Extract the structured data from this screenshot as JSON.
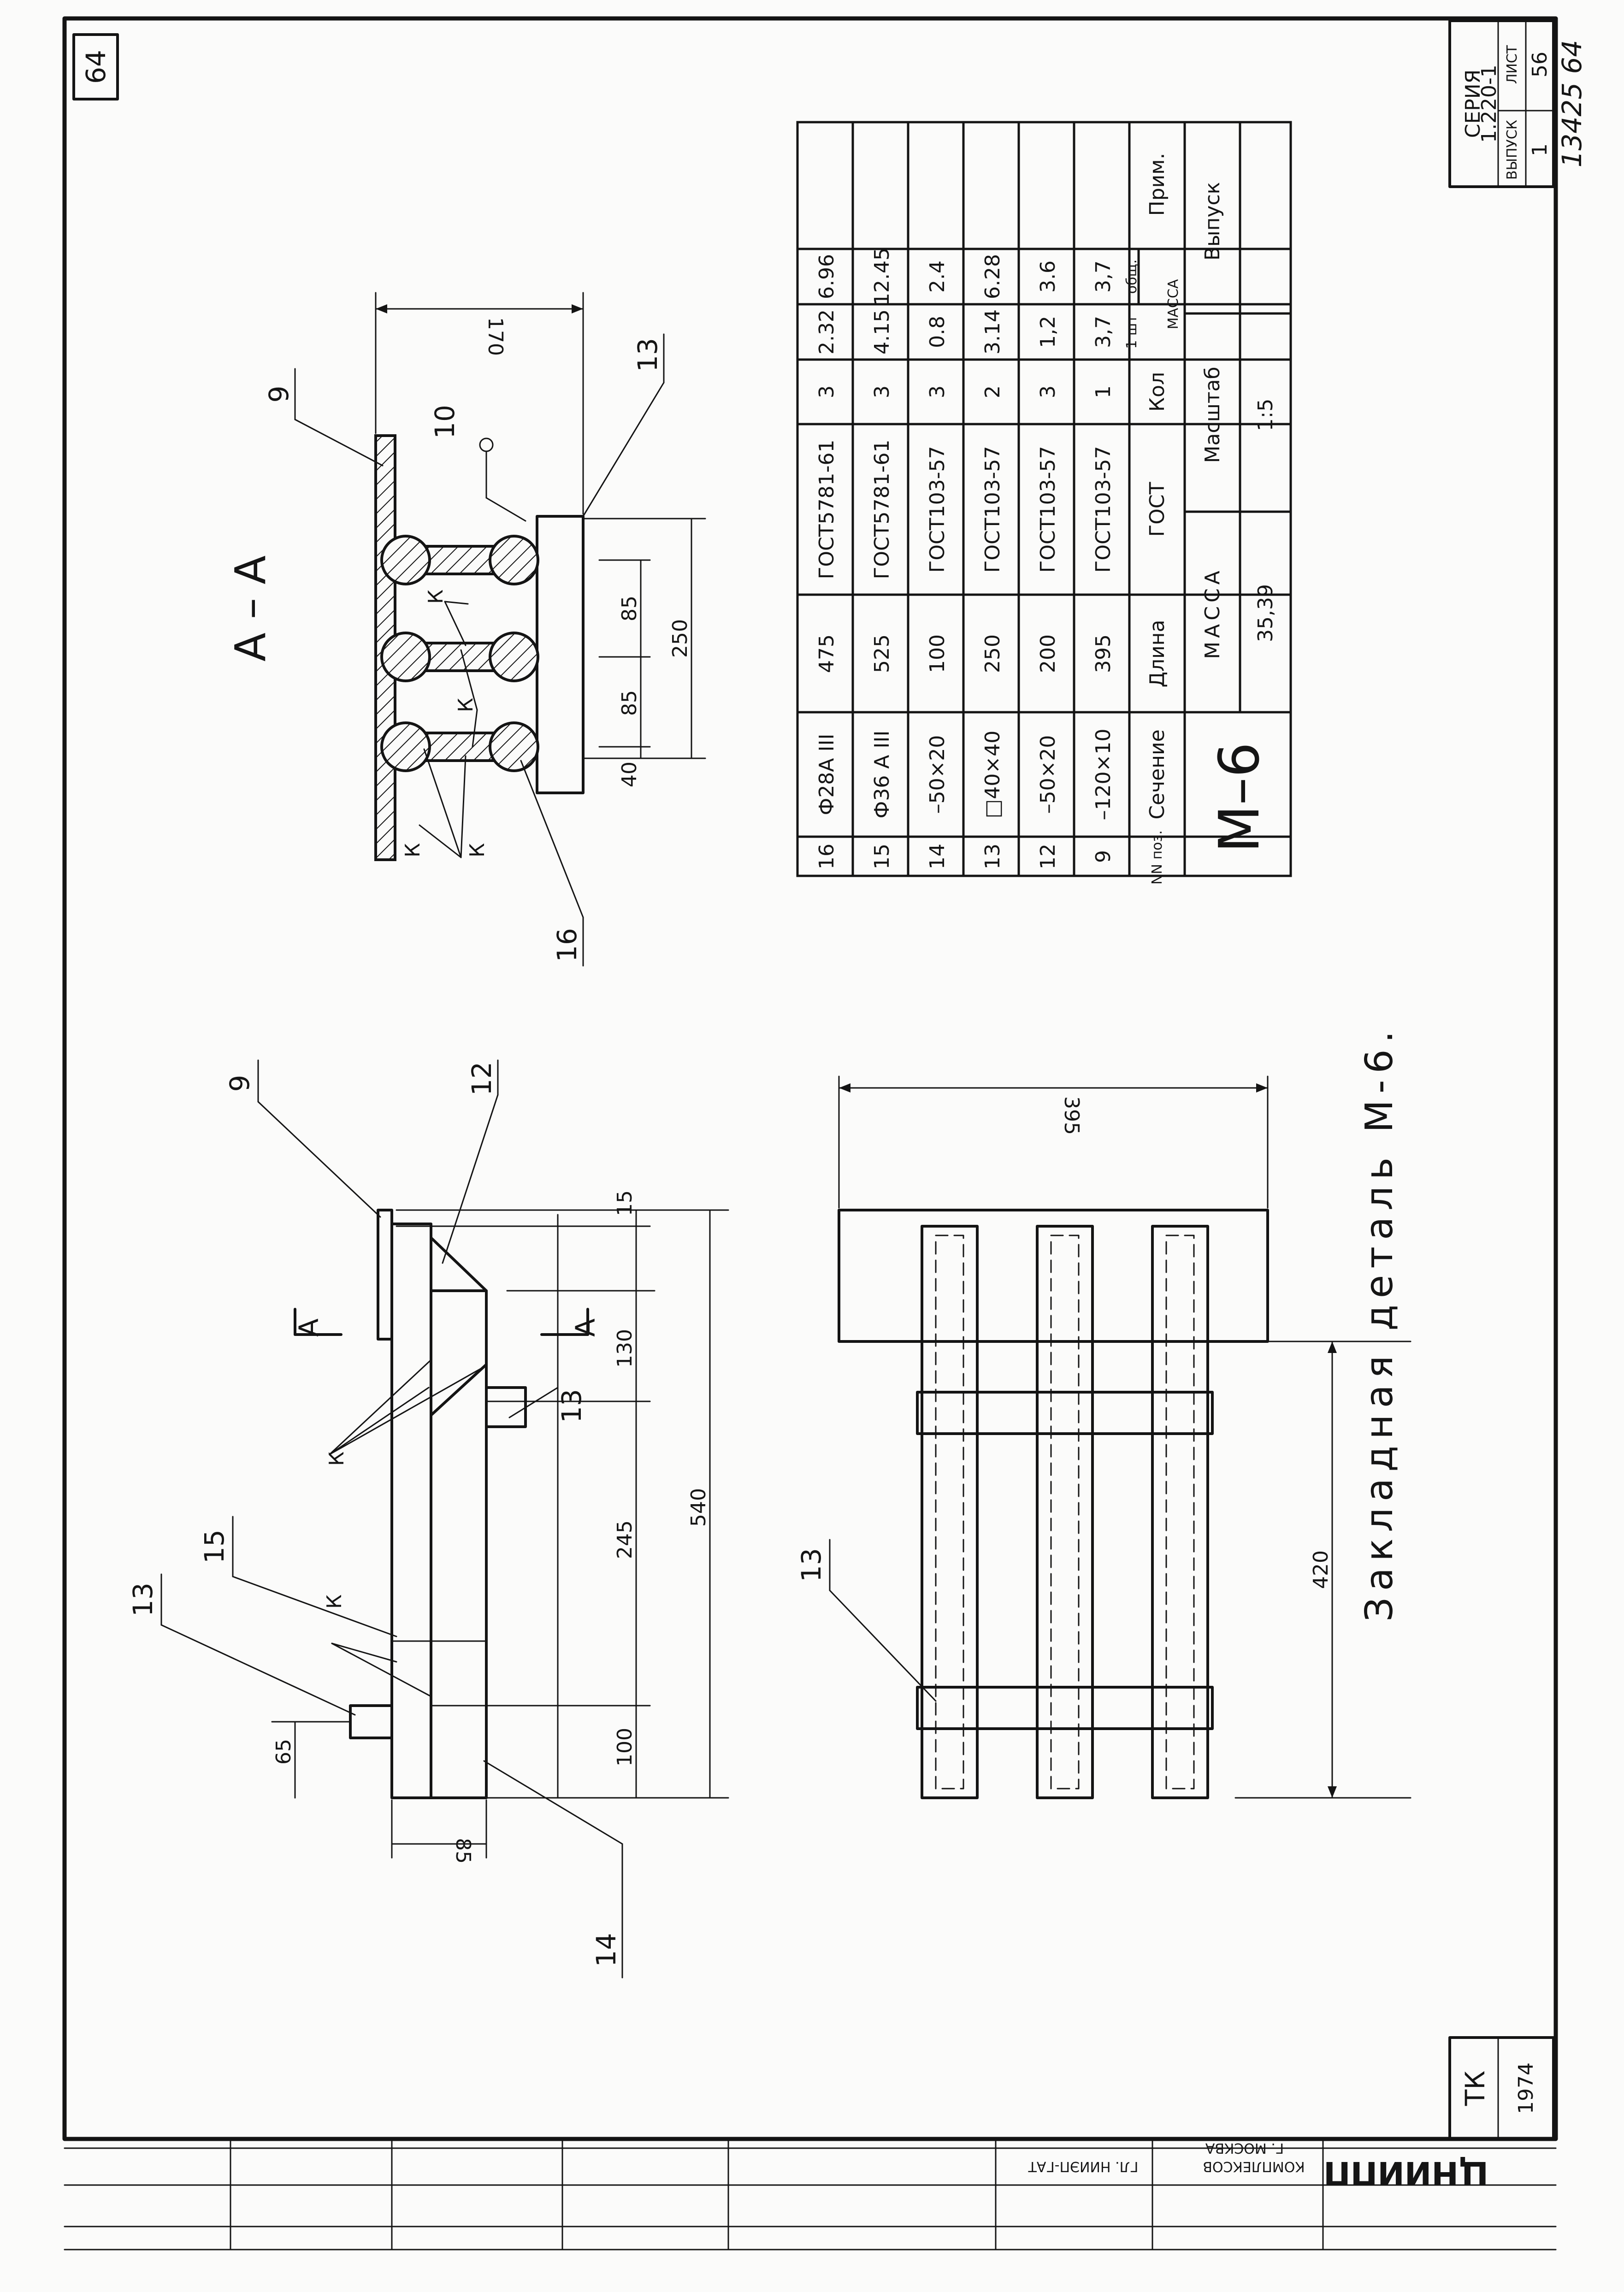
{
  "sheet": {
    "page_number": "64",
    "series_title": "СЕРИЯ",
    "series_code": "1.220-1",
    "issue_label": "ВЫПУСК",
    "sheet_label": "ЛИСТ",
    "issue_no": "1",
    "sheet_no": "56",
    "archive_no": "13425 64",
    "stamp_tk": "ТК",
    "stamp_year": "1974",
    "org_line1": "КОМПЛЕКСОВ",
    "org_line2": "Г. МОСКВА",
    "org_inst": "ГЛ. НИИЭП-ГАТ",
    "org_abbrev": "ЦНИИПП",
    "caption": "Закладная деталь М-6."
  },
  "section": {
    "title": "А – А",
    "dims": {
      "d170": "170",
      "d250": "250",
      "d85a": "85",
      "d85b": "85",
      "d40": "40"
    },
    "callouts": {
      "c9": "9",
      "c10": "10",
      "c13": "13",
      "c16": "16"
    },
    "weld": "К"
  },
  "elevation": {
    "dims": {
      "d65": "65",
      "d100": "100",
      "d245": "245",
      "d130": "130",
      "d15": "15",
      "d540": "540",
      "d85": "85"
    },
    "callouts": {
      "c9": "9",
      "c12": "12",
      "c13a": "13",
      "c15": "15",
      "c13b": "13",
      "c14": "14"
    },
    "section_mark": "А",
    "weld": "К"
  },
  "plan": {
    "dims": {
      "d395": "395",
      "d420": "420"
    },
    "callouts": {
      "c13": "13"
    }
  },
  "spec": {
    "headers": {
      "pos": "NN поз.",
      "section": "Сечение",
      "length": "Длина",
      "gost": "ГОСТ",
      "qty": "Кол",
      "mass": "МАССА",
      "mass_one": "1 шт",
      "mass_total": "общ.",
      "note": "Прим."
    },
    "rows": [
      {
        "pos": "16",
        "section": "Ф28А III",
        "length": "475",
        "gost": "ГОСТ5781-61",
        "qty": "3",
        "m1": "2.32",
        "mt": "6.96",
        "note": ""
      },
      {
        "pos": "15",
        "section": "Ф36 А III",
        "length": "525",
        "gost": "ГОСТ5781-61",
        "qty": "3",
        "m1": "4.15",
        "mt": "12.45",
        "note": ""
      },
      {
        "pos": "14",
        "section": "–50×20",
        "length": "100",
        "gost": "ГОСТ103-57",
        "qty": "3",
        "m1": "0.8",
        "mt": "2.4",
        "note": ""
      },
      {
        "pos": "13",
        "section": "□40×40",
        "length": "250",
        "gost": "ГОСТ103-57",
        "qty": "2",
        "m1": "3.14",
        "mt": "6.28",
        "note": ""
      },
      {
        "pos": "12",
        "section": "–50×20",
        "length": "200",
        "gost": "ГОСТ103-57",
        "qty": "3",
        "m1": "1,2",
        "mt": "3.6",
        "note": ""
      },
      {
        "pos": "9",
        "section": "–120×10",
        "length": "395",
        "gost": "ГОСТ103-57",
        "qty": "1",
        "m1": "3,7",
        "mt": "3,7",
        "note": ""
      }
    ],
    "footer": {
      "mark": "М–6",
      "mass_label": "МАССА",
      "mass_value": "35,39",
      "scale_label": "Масштаб",
      "scale_value": "1:5",
      "issue_label": "Выпуск",
      "issue_value": ""
    }
  }
}
